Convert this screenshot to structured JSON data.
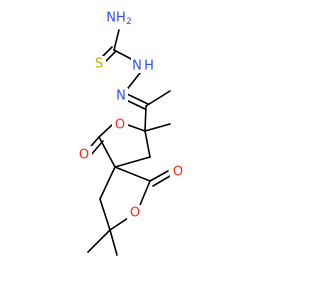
{
  "structure": {
    "labels": {
      "nh2": "NH",
      "nh2_sub": "2",
      "s": "S",
      "nh": "N",
      "nh_h": "H",
      "n": "N",
      "o_ring1": "O",
      "o_carbonyl1": "O",
      "o_carbonyl2": "O",
      "o_ring2": "O"
    },
    "colors": {
      "bond": "#000000",
      "nitrogen": "#2f4bff",
      "oxygen": "#ff2a1a",
      "sulfur": "#c8a800"
    }
  }
}
